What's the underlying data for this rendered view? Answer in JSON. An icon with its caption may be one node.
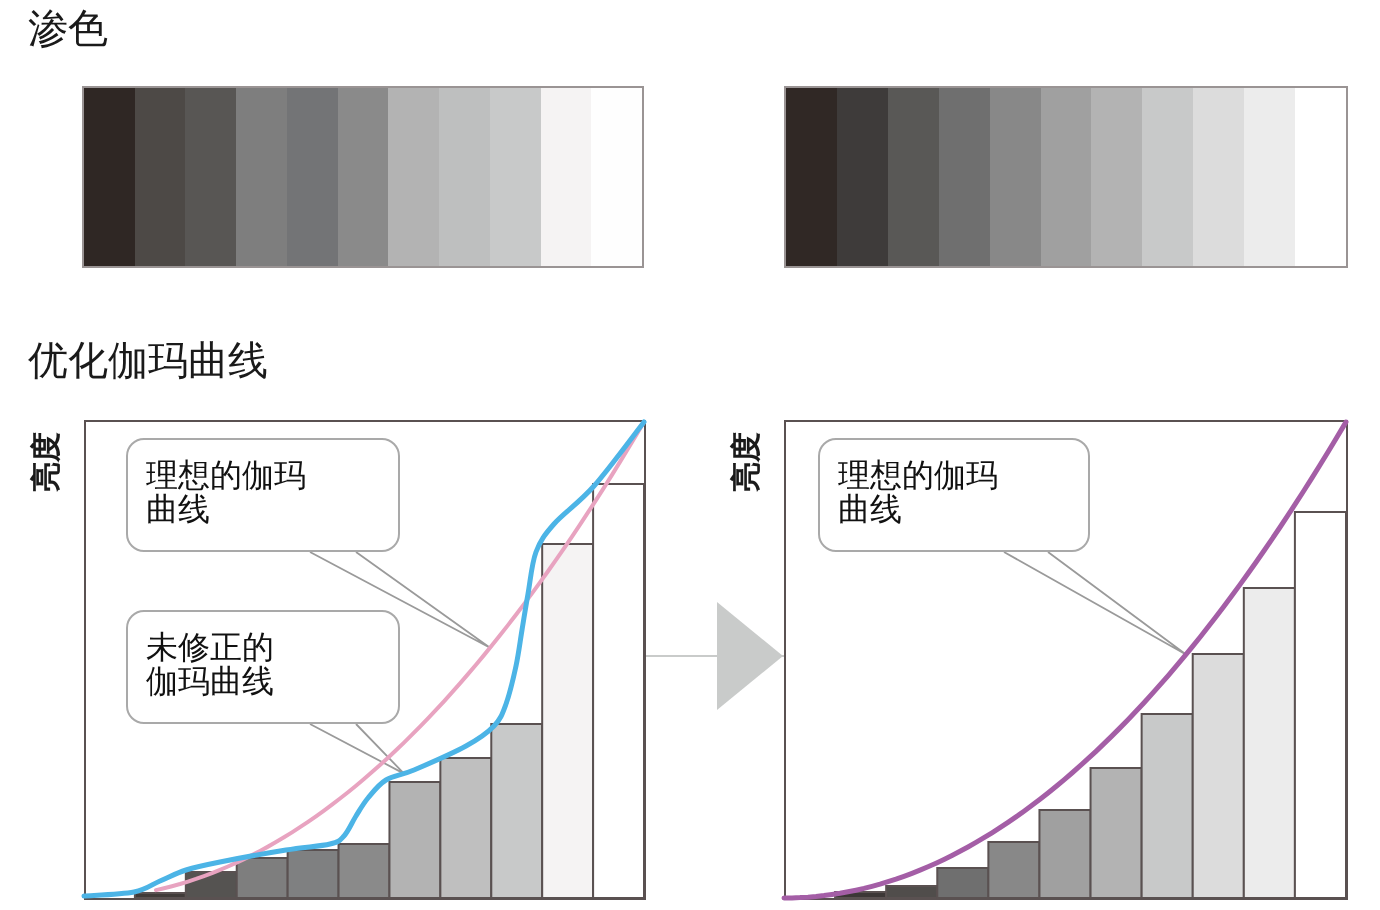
{
  "diagram": {
    "nodes": [
      {
        "text": [],
        "shape": "box"
      },
      {
        "text": [
          "理想的伽玛曲线"
        ],
        "in": 0
      },
      {
        "text": [
          "未修正的伽玛曲线"
        ],
        "in": 0
      },
      {
        "text": [],
        "shape": "curve",
        "in": 0
      },
      {
        "text": [],
        "shape": "curve",
        "in": 0
      },
      {
        "text": [],
        "shape": "box"
      },
      {
        "text": [
          "理想的伽玛曲线"
        ],
        "in": 5
      },
      {
        "text": [],
        "shape": "curve",
        "in": 5
      }
    ],
    "edges": [
      {
        "from": 1,
        "to": 3,
        "arrow": "none"
      },
      {
        "from": 2,
        "to": 4,
        "arrow": "none"
      },
      {
        "from": 0,
        "to": 5,
        "arrow": "to"
      },
      {
        "from": 6,
        "to": 7,
        "arrow": "none"
      }
    ],
    "labels": [
      "渗色",
      "优化伽玛曲线",
      "亮度",
      "亮度"
    ]
  }
}
